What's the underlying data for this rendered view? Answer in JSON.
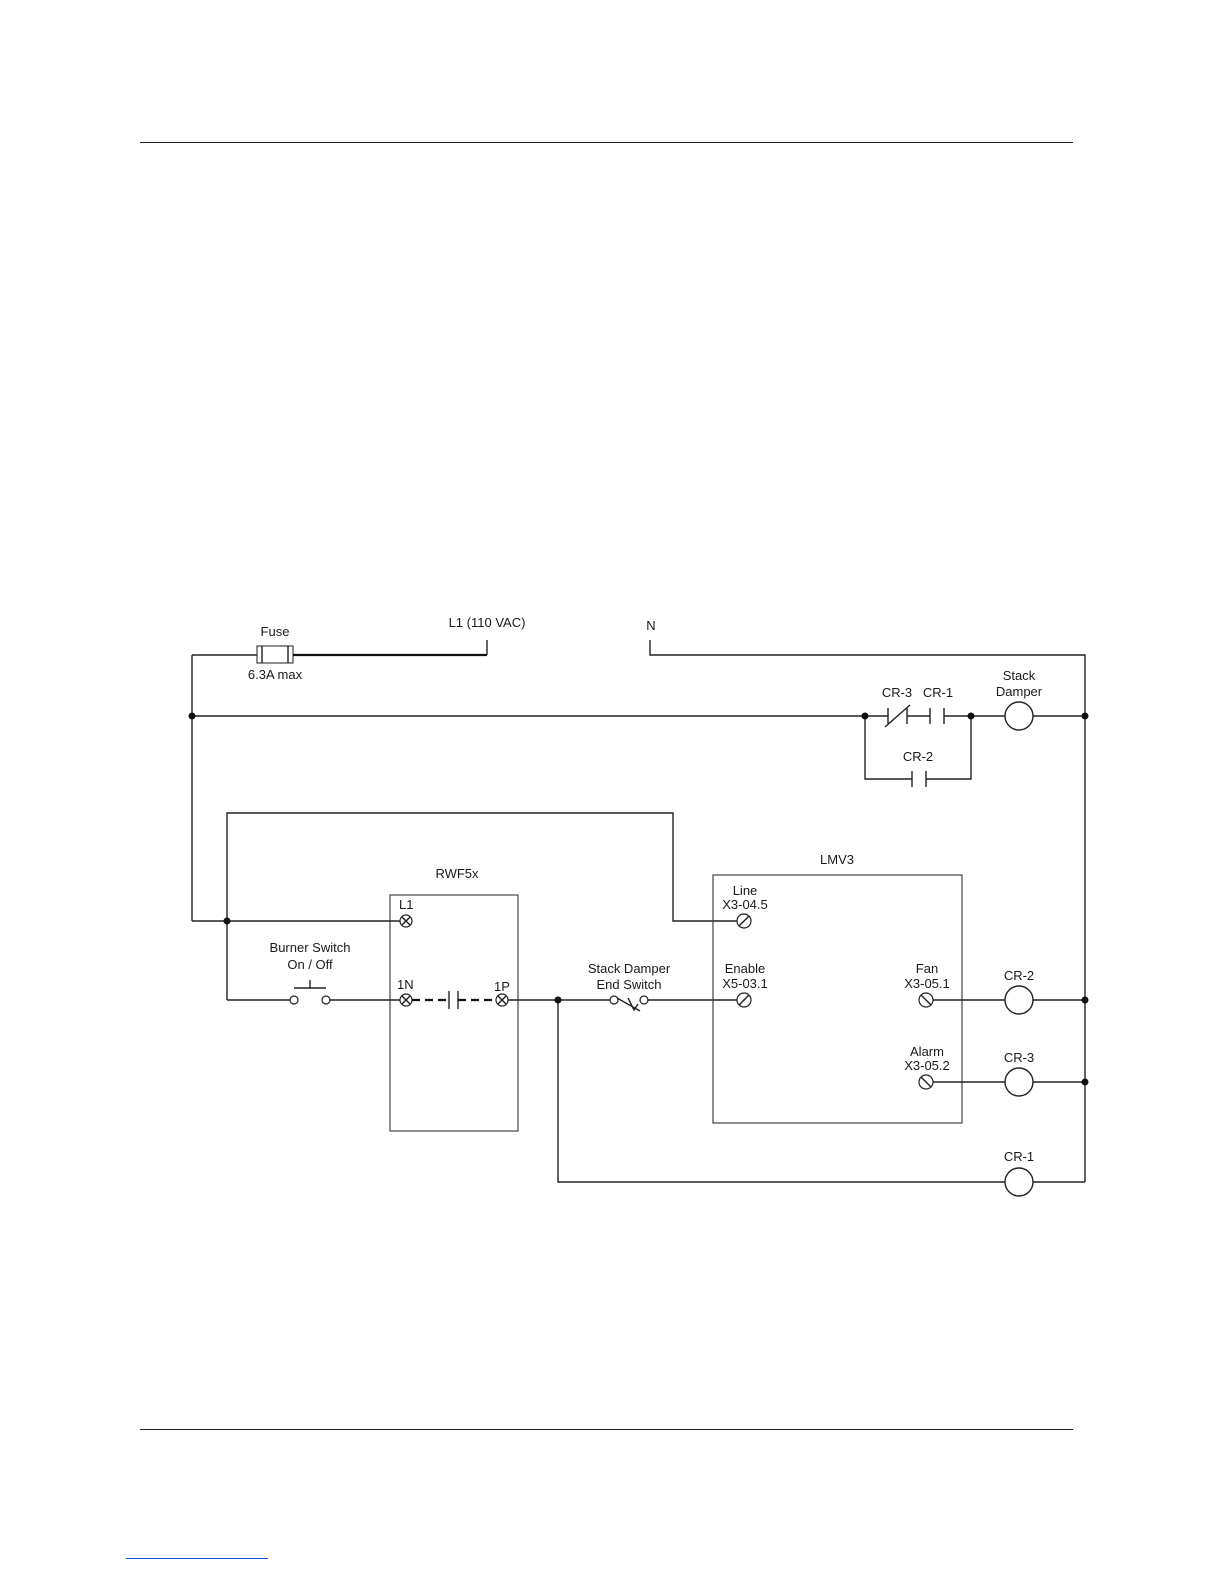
{
  "labels": {
    "fuse": "Fuse",
    "fuse_rating": "6.3A max",
    "line_supply": "L1 (110 VAC)",
    "neutral": "N",
    "stack_damper_1": "Stack",
    "stack_damper_2": "Damper",
    "cr3_contact": "CR-3",
    "cr1_contact": "CR-1",
    "cr2_contact": "CR-2",
    "rwf_title": "RWF5x",
    "rwf_l1": "L1",
    "rwf_1n": "1N",
    "rwf_1p": "1P",
    "burner_switch_1": "Burner Switch",
    "burner_switch_2": "On / Off",
    "end_switch_1": "Stack Damper",
    "end_switch_2": "End Switch",
    "lmv_title": "LMV3",
    "lmv_line_1": "Line",
    "lmv_line_2": "X3-04.5",
    "lmv_enable_1": "Enable",
    "lmv_enable_2": "X5-03.1",
    "lmv_fan_1": "Fan",
    "lmv_fan_2": "X3-05.1",
    "lmv_alarm_1": "Alarm",
    "lmv_alarm_2": "X3-05.2",
    "coil_cr2": "CR-2",
    "coil_cr3": "CR-3",
    "coil_cr1": "CR-1"
  }
}
